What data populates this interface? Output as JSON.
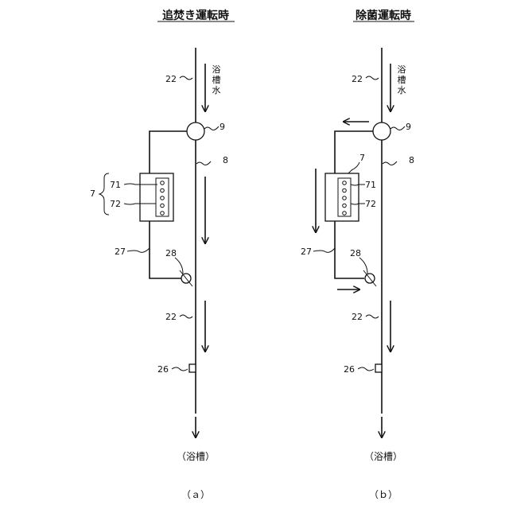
{
  "panel_a": {
    "title": "追焚き運転時",
    "caption": "（ａ）",
    "bottom_label": "（浴槽）",
    "flow_label": [
      "浴",
      "槽",
      "水"
    ],
    "ref_22_top": "22",
    "ref_9": "9",
    "ref_8": "8",
    "ref_7": "7",
    "ref_71": "71",
    "ref_72": "72",
    "ref_27": "27",
    "ref_28": "28",
    "ref_22_bottom": "22",
    "ref_26": "26"
  },
  "panel_b": {
    "title": "除菌運転時",
    "caption": "（ｂ）",
    "bottom_label": "（浴槽）",
    "flow_label": [
      "浴",
      "槽",
      "水"
    ],
    "ref_22_top": "22",
    "ref_9": "9",
    "ref_8": "8",
    "ref_7": "7",
    "ref_71": "71",
    "ref_72": "72",
    "ref_27": "27",
    "ref_28": "28",
    "ref_22_bottom": "22",
    "ref_26": "26"
  }
}
